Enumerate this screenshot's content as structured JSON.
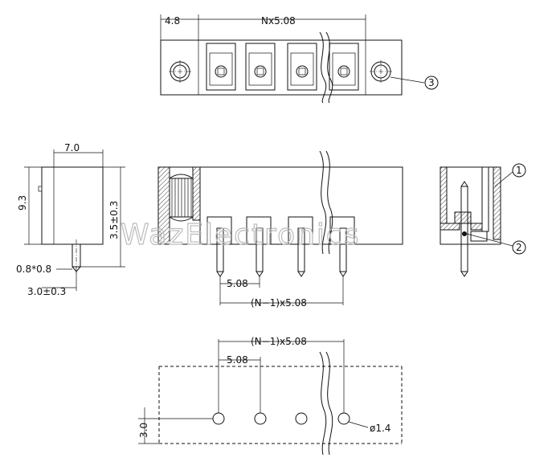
{
  "watermark": "WazElectronics",
  "top_view": {
    "pitch_total": "Nx5.08",
    "flange": "4.8",
    "callout": "3"
  },
  "side_view": {
    "width": "7.0",
    "height": "9.3",
    "pin_length": "3.5±0.3",
    "pin_section": "0.8*0.8",
    "pin_offset": "3.0±0.3"
  },
  "front_view": {
    "pitch": "5.08",
    "pitch_total": "(N−1)x5.08"
  },
  "end_view": {
    "callout_1": "1",
    "callout_2": "2"
  },
  "pcb_layout": {
    "pitch_total": "(N−1)x5.08",
    "pitch": "5.08",
    "row_offset": "3.0",
    "hole_diameter": "ø1.4"
  }
}
